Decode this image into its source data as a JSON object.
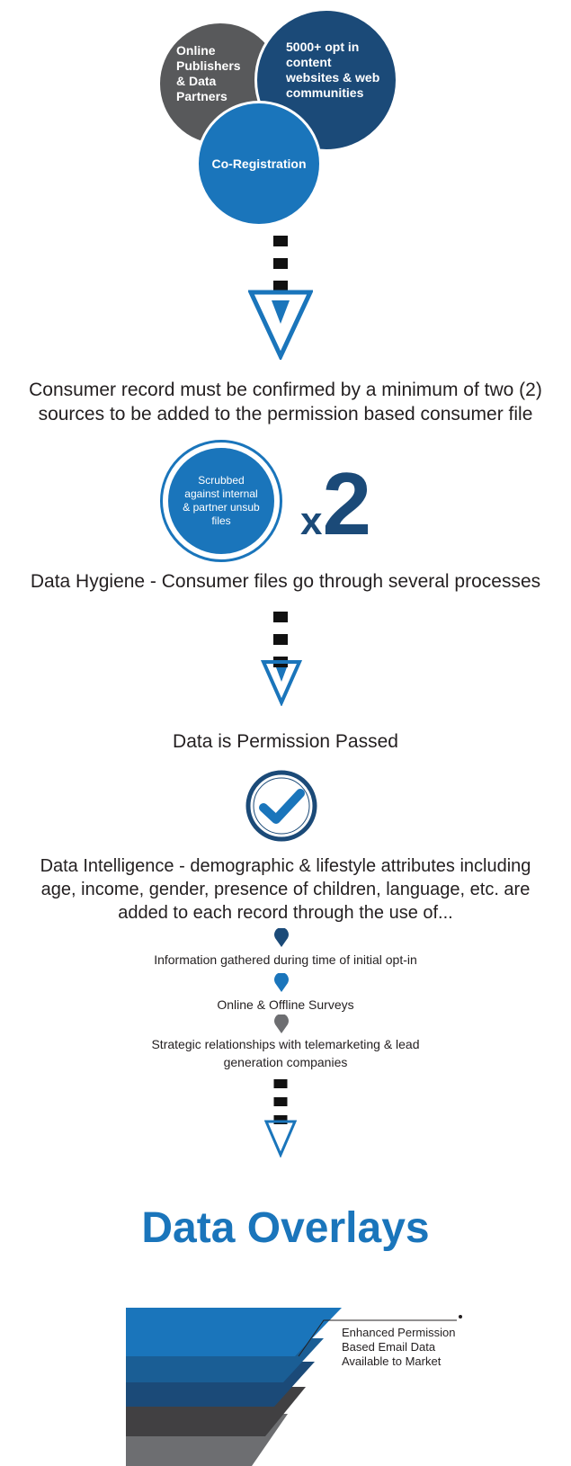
{
  "sources": {
    "publishers": [
      "Online",
      "Publishers",
      "& Data",
      "Partners"
    ],
    "websites": [
      "5000+ opt in",
      "content",
      "websites & web",
      "communities"
    ],
    "coreg": "Co-Registration"
  },
  "step_confirm": {
    "line1": "Consumer record must be confirmed by a minimum of two (2)",
    "line2": "sources to be added to the permission based consumer file"
  },
  "scrub": {
    "lines": [
      "Scrubbed",
      "against internal",
      "& partner unsub",
      "files"
    ],
    "x": "x",
    "multiplier": "2"
  },
  "step_hygiene": "Data Hygiene - Consumer files go through several processes",
  "step_permission": "Data is Permission Passed",
  "step_intelligence": {
    "line1": "Data Intelligence - demographic & lifestyle attributes including",
    "line2": "age, income, gender, presence of children, language, etc. are",
    "line3": "added to each record through the use of..."
  },
  "methods": [
    {
      "text": "Information gathered during time of initial opt-in",
      "color": "#1b4a78"
    },
    {
      "text": "Online & Offline Surveys",
      "color": "#1a75bb"
    },
    {
      "text_lines": [
        "Strategic relationships with telemarketing & lead",
        "generation companies"
      ],
      "color": "#6d6e71"
    }
  ],
  "overlays_title": "Data Overlays",
  "stack_label": [
    "Enhanced Permission",
    "Based Email Data",
    "Available to Market"
  ],
  "colors": {
    "navy": "#1b4a78",
    "blue": "#1a75bb",
    "gray": "#58595b",
    "dark": "#231f20"
  }
}
